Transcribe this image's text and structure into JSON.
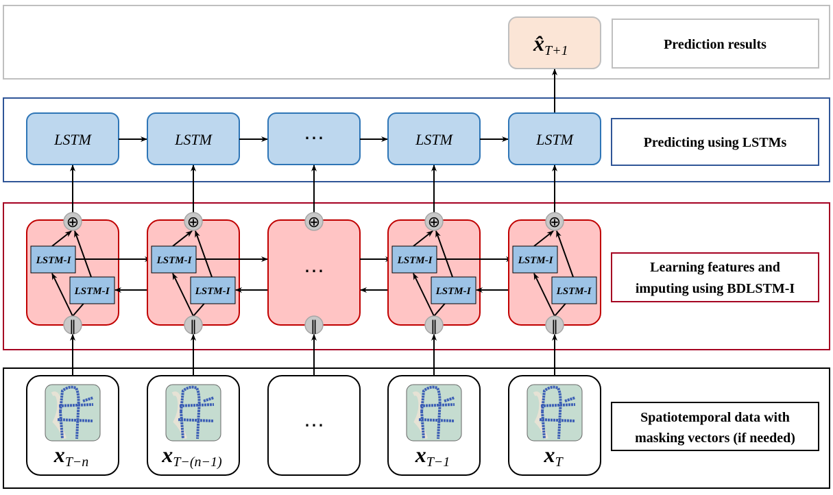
{
  "layers": {
    "prediction": {
      "label": "Prediction results",
      "output": "x̂",
      "output_sub": "T+1",
      "border": "#bfbfbf"
    },
    "lstm": {
      "label": "Predicting using LSTMs",
      "cells": [
        "LSTM",
        "LSTM",
        "⋯",
        "LSTM",
        "LSTM"
      ],
      "border": "#2f5597",
      "cell_fill": "#bdd7ee"
    },
    "bdlstm": {
      "label_line1": "Learning features and",
      "label_line2": "imputing using BDLSTM-I",
      "cell_label": "LSTM-I",
      "middle": "⋯",
      "combine_symbol": "⊕",
      "concat_symbol": "‖",
      "border": "#a50021",
      "cell_fill": "#ffc4c4"
    },
    "input": {
      "label_line1": "Spatiotemporal data with",
      "label_line2": "masking vectors (if needed)",
      "middle": "⋯",
      "inputs": [
        {
          "var": "x",
          "sub": "T−n"
        },
        {
          "var": "x",
          "sub": "T−(n−1)"
        },
        {
          "var": "",
          "sub": ""
        },
        {
          "var": "x",
          "sub": "T−1"
        },
        {
          "var": "x",
          "sub": "T"
        }
      ],
      "border": "#000000"
    }
  }
}
